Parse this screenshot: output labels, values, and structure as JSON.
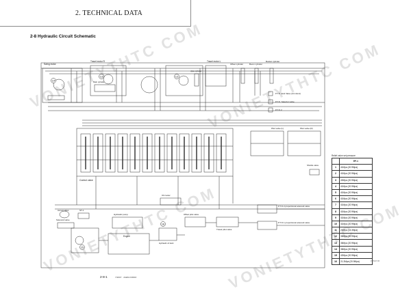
{
  "header": {
    "chapter_title": "2. TECHNICAL DATA"
  },
  "section": {
    "title": "2-8  Hydraulic Circuit Schematic"
  },
  "watermark": {
    "text": "VONIETYTHTC COM"
  },
  "labels": {
    "swing_motor": "Swing motor",
    "travel_motor_r": "Travel motor R",
    "travel_motor_l": "Travel motor L",
    "main_cylinder": "Main cylinder",
    "dyke_cylinder": "dyke cylinder",
    "offset_cylinder": "Offset cylinder",
    "boom_cylinder": "Boom cylinder",
    "bucket_cylinder": "Bucket cylinder",
    "pto_end_valve": "P.T.O. End Valve (Arm End)",
    "pto_selector_valve": "P.T.O. Selector valve",
    "pto2": "P.T.O.2",
    "pilot_valve_l": "Pilot valve (L)",
    "pilot_valve_r": "Pilot valve (R)",
    "control_valve": "Control valve",
    "shuttle_valve": "Shuttle valve",
    "accumulator": "Accumulator",
    "solenoid_valve": "Solenoid valve",
    "oil_cooler": "Oil cooler",
    "hydraulic_pump": "Hydraulic pump",
    "engine": "Engine",
    "hydraulic_oil_tank": "Hydraulic oil tank",
    "offset_pilot_valve": "Offset pilot valve",
    "travel_pilot_valve": "Travel pilot valve",
    "pto2_proportional": "P.T.O.2 proportional solenoid valve",
    "pto1_proportional": "P.T.O.1 proportional solenoid valve",
    "st1": "ST-1"
  },
  "relief_table": {
    "title": "Relief valve set pressure",
    "header": "EF-1",
    "rows": [
      {
        "no": "1",
        "value": "41Mpa (20.9Mpa)"
      },
      {
        "no": "2",
        "value": "41Mpa (20.9Mpa)"
      },
      {
        "no": "3",
        "value": "40Mpa (20.9Mpa)"
      },
      {
        "no": "4",
        "value": "41Mpa (20.9Mpa)"
      },
      {
        "no": "5",
        "value": "41Mpa (20.9Mpa)"
      },
      {
        "no": "6",
        "value": "41Mpa (20.9Mpa)"
      },
      {
        "no": "7",
        "value": "41Mpa (20.9Mpa)"
      },
      {
        "no": "8",
        "value": "41Mpa (20.9Mpa)"
      },
      {
        "no": "9",
        "value": "41Mpa (20.9Mpa)"
      },
      {
        "no": "10",
        "value": "41Mpa (20.9Mpa)"
      },
      {
        "no": "11",
        "value": "21Mpa (15.3Mpa)"
      },
      {
        "no": "12",
        "value": "36Mpa (20.9Mpa)"
      },
      {
        "no": "13",
        "value": "36Mpa (20.9Mpa)"
      },
      {
        "no": "14",
        "value": "36Mpa (20.9Mpa)"
      },
      {
        "no": "15",
        "value": "42Mpa (20.9Mpa)"
      },
      {
        "no": "16",
        "value": "21.3Mpa (20.9Mpa)"
      }
    ]
  },
  "footer": {
    "page_number": "2-8-1",
    "doc_code": "7/2007 · 2AEM-KR003",
    "figure_code": "27/09-07-06"
  },
  "colors": {
    "line": "#2b2b2b",
    "rule": "#8a8a8a",
    "watermark": "#e2e2e2"
  }
}
